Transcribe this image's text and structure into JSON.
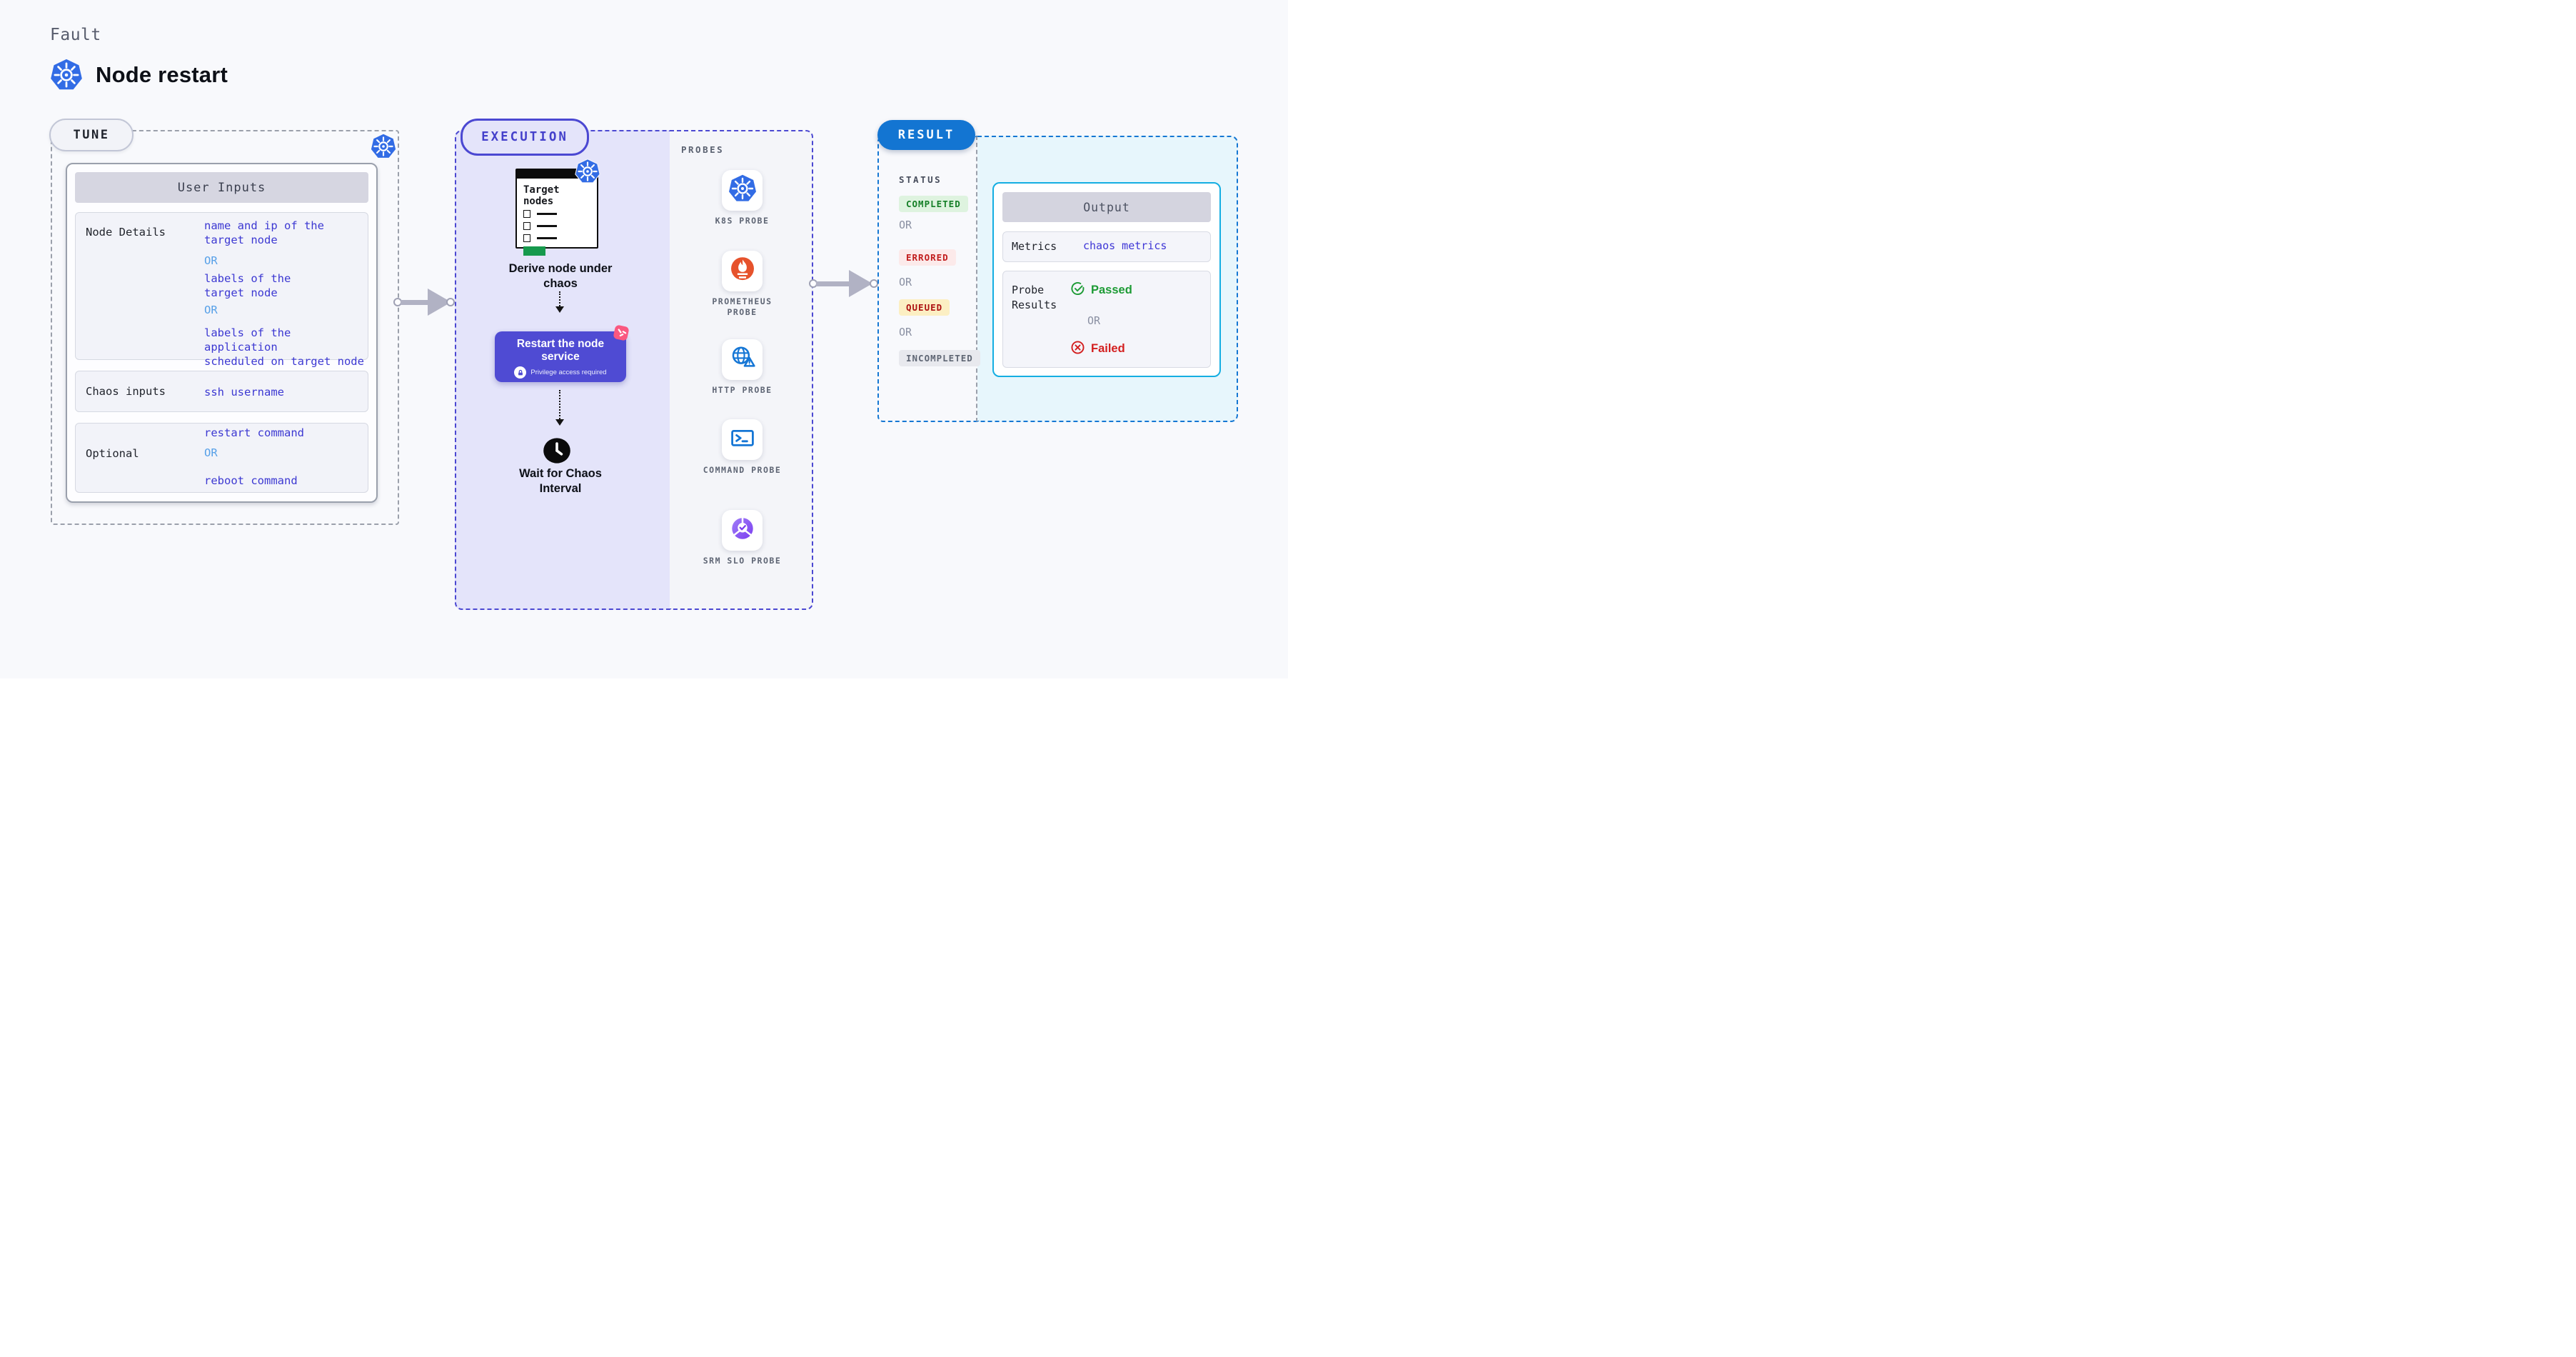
{
  "header": {
    "kicker": "Fault",
    "title": "Node restart"
  },
  "tune": {
    "badge": "TUNE",
    "table_header": "User Inputs",
    "rows": [
      {
        "label": "Node Details",
        "lines": [
          {
            "type": "value",
            "text": "name and ip of the\ntarget node"
          },
          {
            "type": "or",
            "text": "OR"
          },
          {
            "type": "value",
            "text": "labels of the\ntarget node"
          },
          {
            "type": "or",
            "text": "OR"
          },
          {
            "type": "value",
            "text": "labels of the application\nscheduled on target node"
          }
        ]
      },
      {
        "label": "Chaos inputs",
        "lines": [
          {
            "type": "value",
            "text": "ssh username"
          }
        ]
      },
      {
        "label": "Optional",
        "lines": [
          {
            "type": "value",
            "text": "restart command"
          },
          {
            "type": "or",
            "text": "OR"
          },
          {
            "type": "value",
            "text": "reboot command"
          }
        ]
      }
    ]
  },
  "execution": {
    "badge": "EXECUTION",
    "target_card": {
      "title": "Target\nnodes"
    },
    "step1": "Derive node under\nchaos",
    "step2": {
      "title": "Restart the node\nservice",
      "note": "Privilege access required"
    },
    "step3": "Wait for Chaos\nInterval"
  },
  "probes": {
    "heading": "PROBES",
    "items": [
      {
        "label": "K8S PROBE",
        "icon": "kubernetes-icon"
      },
      {
        "label": "PROMETHEUS PROBE",
        "icon": "prometheus-icon"
      },
      {
        "label": "HTTP PROBE",
        "icon": "http-globe-icon"
      },
      {
        "label": "COMMAND PROBE",
        "icon": "terminal-icon"
      },
      {
        "label": "SRM SLO PROBE",
        "icon": "slo-pie-icon"
      }
    ]
  },
  "result": {
    "badge": "RESULT",
    "status_heading": "STATUS",
    "or_label": "OR",
    "statuses": [
      {
        "label": "COMPLETED",
        "tone": "green"
      },
      {
        "label": "ERRORED",
        "tone": "red"
      },
      {
        "label": "QUEUED",
        "tone": "yellow"
      },
      {
        "label": "INCOMPLETED",
        "tone": "gray"
      }
    ],
    "output": {
      "header": "Output",
      "metrics_label": "Metrics",
      "metrics_value": "chaos metrics",
      "probe_results_label": "Probe\nResults",
      "passed": "Passed",
      "or": "OR",
      "failed": "Failed"
    }
  },
  "colors": {
    "kubernetes_blue": "#326ce5",
    "accent_indigo": "#4b48d2",
    "indigo_text": "#3c38d2",
    "or_light_blue": "#57a0e8",
    "result_blue": "#1375d2",
    "output_cyan_border": "#14aee2",
    "lavender_bg": "#e4e4fa",
    "cyan_bg": "#e7f6fc",
    "passed_green": "#1d9b35",
    "completed_bg": "#def3df",
    "failed_red": "#d31f1f",
    "errored_bg": "#fceaea",
    "queued_bg": "#fcefc3",
    "incompleted_bg": "#e8e9ee",
    "prometheus_orange": "#e6522c",
    "litmus_pink": "#fa5880",
    "srm_purple": "#7b3df0",
    "button_indigo": "#4f4bd3",
    "target_green": "#16994d"
  }
}
